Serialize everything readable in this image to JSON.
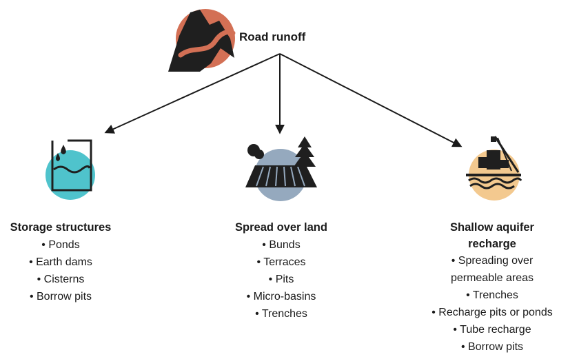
{
  "root": {
    "label": "Road runoff",
    "circle_color": "#d37055",
    "icon": "mountain-road-icon"
  },
  "branches": [
    {
      "title": "Storage structures",
      "circle_color": "#4fc3cc",
      "icon": "water-tank-icon",
      "items": [
        "• Ponds",
        "• Earth dams",
        "• Cisterns",
        "• Borrow pits"
      ]
    },
    {
      "title": "Spread over land",
      "circle_color": "#95a9be",
      "icon": "field-trees-icon",
      "items": [
        "• Bunds",
        "• Terraces",
        "• Pits",
        "• Micro-basins",
        "• Trenches"
      ]
    },
    {
      "title_lines": [
        "Shallow aquifer",
        "recharge"
      ],
      "circle_color": "#f3c98f",
      "icon": "drilling-rig-icon",
      "items": [
        "• Spreading over",
        "permeable areas",
        "• Trenches",
        "• Recharge pits or ponds",
        "• Tube recharge",
        "• Borrow pits"
      ]
    }
  ]
}
